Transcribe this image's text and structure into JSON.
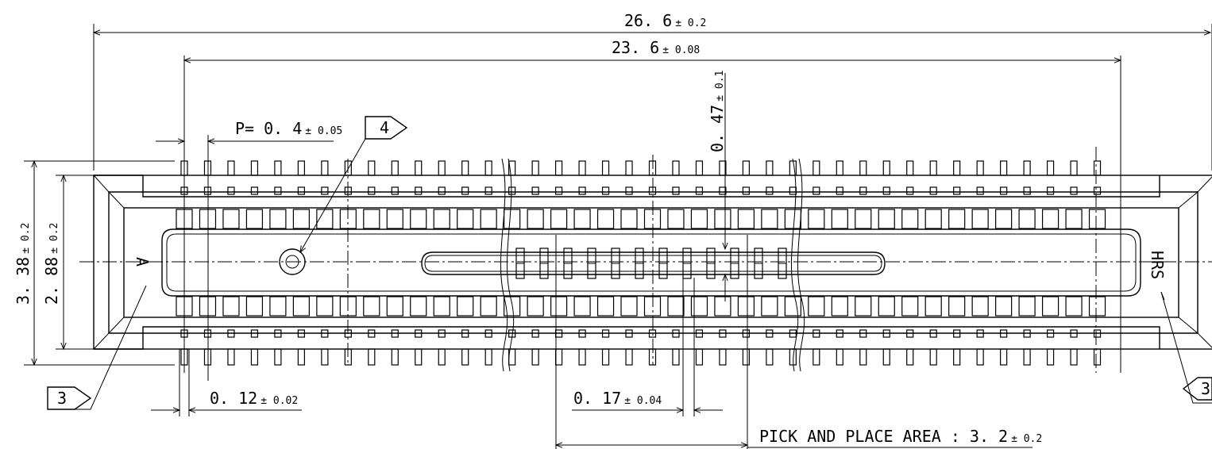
{
  "dimensions": {
    "overall_length": {
      "value": "26. 6",
      "tol": "± 0.2"
    },
    "pin_span": {
      "value": "23. 6",
      "tol": "± 0.08"
    },
    "pitch": {
      "value": "P= 0. 4",
      "tol": "± 0.05"
    },
    "overall_width": {
      "value": "3. 38",
      "tol": "± 0.2"
    },
    "inner_width": {
      "value": "2. 88",
      "tol": "± 0.2"
    },
    "pin_width": {
      "value": "0. 12",
      "tol": "± 0.02"
    },
    "slot_width": {
      "value": "0. 17",
      "tol": "± 0.04"
    },
    "slot_depth": {
      "value": "0. 47",
      "tol": "± 0.1"
    },
    "pick_place": {
      "value": "PICK AND PLACE AREA : 3. 2",
      "tol": "± 0.2"
    }
  },
  "callouts": {
    "note4": "4",
    "note3_left": "3",
    "note3_right": "3"
  },
  "marks": {
    "pin1": "A",
    "logo": "HRS"
  }
}
